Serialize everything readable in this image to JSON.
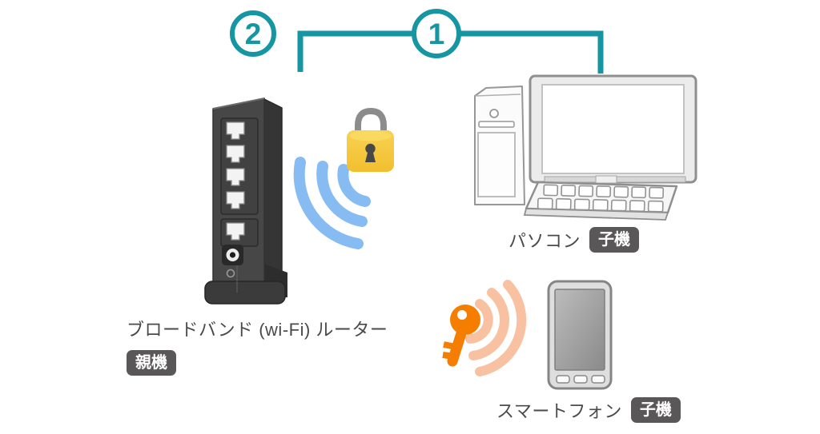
{
  "step_markers": [
    {
      "number": "2"
    },
    {
      "number": "1"
    }
  ],
  "devices": {
    "router": {
      "label": "ブロードバンド (wi-Fi) ルーター",
      "badge": "親機"
    },
    "pc": {
      "label": "パソコン",
      "badge": "子機"
    },
    "smartphone": {
      "label": "スマートフォン",
      "badge": "子機"
    }
  },
  "icons": {
    "padlock": "padlock-icon",
    "wifi_waves": "wifi-waves-icon",
    "key": "key-icon",
    "key_waves": "key-waves-icon"
  },
  "colors": {
    "accent_teal": "#1596A2",
    "badge_background": "#595757",
    "badge_text": "#FFFFFF",
    "label_text": "#4A4A4A",
    "wifi_wave_blue": "#87BCF2",
    "lock_gold": "#F5C53C",
    "lock_shackle_gray": "#8C8C8C",
    "key_orange": "#F57E00",
    "key_wave_salmon": "#F8C2A2",
    "router_body_gray": "#474747"
  }
}
